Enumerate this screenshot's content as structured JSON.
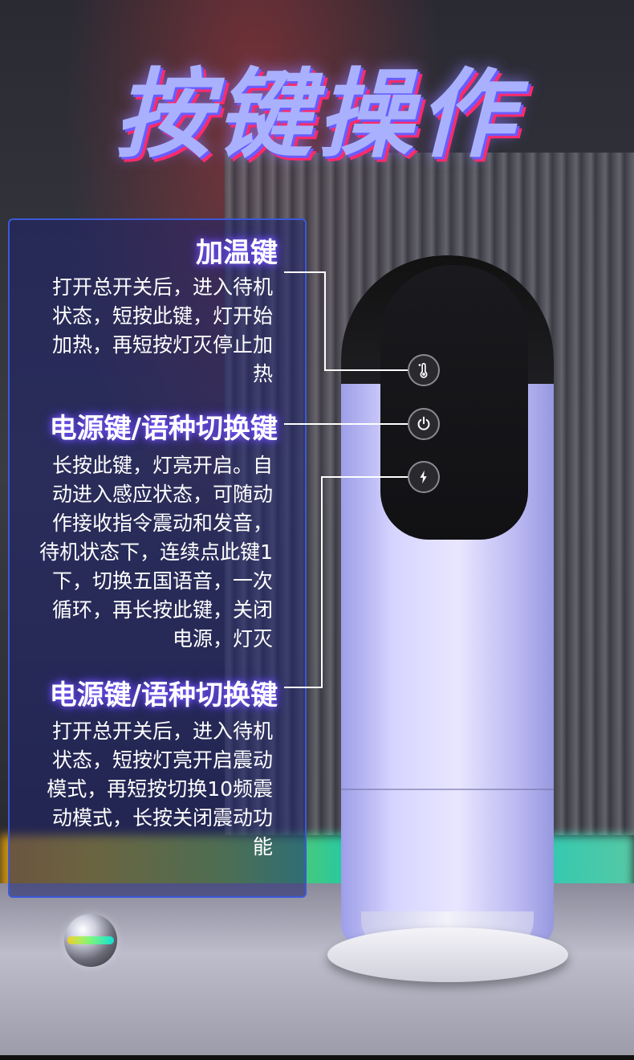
{
  "heading": "按键操作",
  "sections": [
    {
      "title": "加温键",
      "body": [
        "打开总开关后，进入待机",
        "状态，短按此键，灯开始",
        "加热，再短按灯灭停止加",
        "热"
      ]
    },
    {
      "title": "电源键/语种切换键",
      "body": [
        "长按此键，灯亮开启。自",
        "动进入感应状态，可随动",
        "作接收指令震动和发音，",
        "待机状态下，连续点此键1",
        "下，切换五国语音，一次",
        "循环，再长按此键，关闭",
        "电源，灯灭"
      ]
    },
    {
      "title": "电源键/语种切换键",
      "body": [
        "打开总开关后，进入待机",
        "状态，短按灯亮开启震动",
        "模式，再短按切换10频震",
        "动模式，长按关闭震动功",
        "能"
      ]
    }
  ],
  "device_buttons": [
    {
      "icon": "thermometer-icon"
    },
    {
      "icon": "power-icon"
    },
    {
      "icon": "lightning-icon"
    }
  ],
  "colors": {
    "accent": "#3b59d8",
    "heading": "#a9b1ff",
    "device": "#e9e6ff"
  }
}
